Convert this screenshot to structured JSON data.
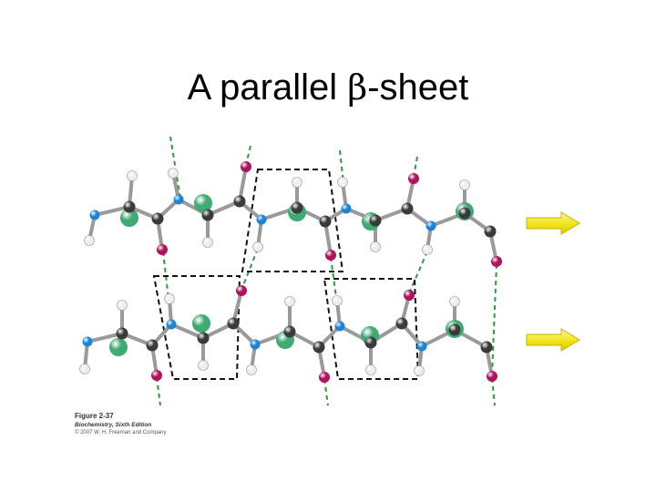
{
  "slide": {
    "title_prefix": "A parallel ",
    "title_greek": "β",
    "title_suffix": "-sheet"
  },
  "figure_caption": {
    "figure_number": "Figure 2-37",
    "book": "Biochemistry, Sixth Edition",
    "copyright": "© 2007 W. H. Freeman and Company"
  },
  "diagram": {
    "colors": {
      "backbone": "#9a9a9a",
      "hbond": "#2e9a3e",
      "box": "#111111",
      "arrow_fill": "#f2e415",
      "arrow_stroke": "#c8b400"
    },
    "atom_types": {
      "N": {
        "color": "#1a84d8",
        "icon": "nitrogen-atom"
      },
      "C": {
        "color": "#3a3a3a",
        "icon": "carbon-atom"
      },
      "O": {
        "color": "#b0125e",
        "icon": "oxygen-atom"
      },
      "H": {
        "color": "#eeeeee",
        "icon": "hydrogen-atom"
      },
      "R": {
        "color": "#3faa72",
        "icon": "side-chain-group"
      }
    },
    "strands": [
      {
        "name": "upper-strand",
        "direction": "right"
      },
      {
        "name": "lower-strand",
        "direction": "right"
      }
    ]
  }
}
